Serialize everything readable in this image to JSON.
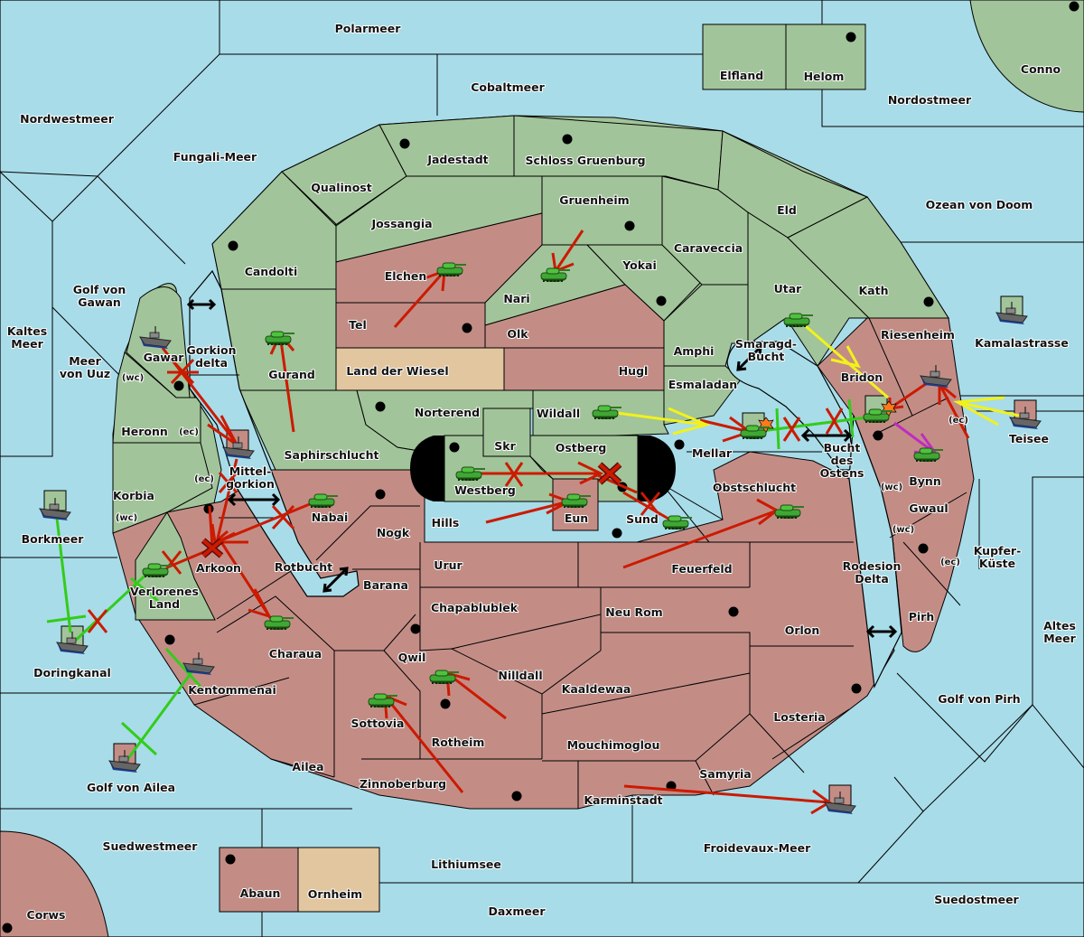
{
  "colors": {
    "sea": "#a8dce9",
    "player_green": "#a2c49a",
    "player_red": "#c38d86",
    "neutral": "#e2c69f",
    "move_red": "#cc1a00",
    "support_yellow": "#f2f21a",
    "convoy_green": "#33cc1a",
    "retreat_magenta": "#c02cc0"
  },
  "seas": [
    {
      "id": "polarmeer",
      "name": "Polarmeer"
    },
    {
      "id": "cobaltmeer",
      "name": "Cobaltmeer"
    },
    {
      "id": "nordwestmeer",
      "name": "Nordwestmeer"
    },
    {
      "id": "fungali",
      "name": "Fungali-Meer"
    },
    {
      "id": "nordostmeer",
      "name": "Nordostmeer"
    },
    {
      "id": "ozean",
      "name": "Ozean von Doom"
    },
    {
      "id": "golf-gawan",
      "name": "Golf von\nGawan"
    },
    {
      "id": "kaltes",
      "name": "Kaltes\nMeer"
    },
    {
      "id": "uuz",
      "name": "Meer\nvon Uuz"
    },
    {
      "id": "gorkion-delta",
      "name": "Gorkion\ndelta"
    },
    {
      "id": "mittelgorkion",
      "name": "Mittel-\ngorkion"
    },
    {
      "id": "borkmeer",
      "name": "Borkmeer"
    },
    {
      "id": "rotbucht",
      "name": "Rotbucht"
    },
    {
      "id": "doringkanal",
      "name": "Doringkanal"
    },
    {
      "id": "golf-ailea",
      "name": "Golf von Ailea"
    },
    {
      "id": "suedwestmeer",
      "name": "Suedwestmeer"
    },
    {
      "id": "lithiumsee",
      "name": "Lithiumsee"
    },
    {
      "id": "daxmeer",
      "name": "Daxmeer"
    },
    {
      "id": "froidevaux",
      "name": "Froidevaux-Meer"
    },
    {
      "id": "suedostmeer",
      "name": "Suedostmeer"
    },
    {
      "id": "golf-pirh",
      "name": "Golf von Pirh"
    },
    {
      "id": "altes",
      "name": "Altes\nMeer"
    },
    {
      "id": "kupfer",
      "name": "Kupfer-\nKüste"
    },
    {
      "id": "rodesion",
      "name": "Rodesion\nDelta"
    },
    {
      "id": "bucht-ostens",
      "name": "Bucht\ndes\nOstens"
    },
    {
      "id": "smaragd",
      "name": "Smaragd-\nBucht"
    },
    {
      "id": "kamalastrasse",
      "name": "Kamalastrasse"
    },
    {
      "id": "teisee",
      "name": "Teisee"
    }
  ],
  "provinces": [
    {
      "name": "Elfland",
      "owner": "green"
    },
    {
      "name": "Helom",
      "owner": "green"
    },
    {
      "name": "Conno",
      "owner": "green"
    },
    {
      "name": "Jadestadt",
      "owner": "green"
    },
    {
      "name": "Schloss Gruenburg",
      "owner": "green"
    },
    {
      "name": "Qualinost",
      "owner": "green"
    },
    {
      "name": "Jossangia",
      "owner": "green"
    },
    {
      "name": "Gruenheim",
      "owner": "green"
    },
    {
      "name": "Candolti",
      "owner": "green"
    },
    {
      "name": "Elchen",
      "owner": "red"
    },
    {
      "name": "Nari",
      "owner": "green"
    },
    {
      "name": "Yokai",
      "owner": "green"
    },
    {
      "name": "Caraveccia",
      "owner": "green"
    },
    {
      "name": "Eld",
      "owner": "green"
    },
    {
      "name": "Utar",
      "owner": "green"
    },
    {
      "name": "Kath",
      "owner": "green"
    },
    {
      "name": "Tel",
      "owner": "red"
    },
    {
      "name": "Olk",
      "owner": "red"
    },
    {
      "name": "Amphi",
      "owner": "green"
    },
    {
      "name": "Land der Wiesel",
      "owner": "neutral"
    },
    {
      "name": "Hugl",
      "owner": "red"
    },
    {
      "name": "Esmaladan",
      "owner": "green"
    },
    {
      "name": "Gurand",
      "owner": "green"
    },
    {
      "name": "Gawar",
      "owner": "green"
    },
    {
      "name": "Heronn",
      "owner": "green"
    },
    {
      "name": "Korbia",
      "owner": "green"
    },
    {
      "name": "Verlorenes\nLand",
      "owner": "green"
    },
    {
      "name": "Saphirschlucht",
      "owner": "green"
    },
    {
      "name": "Norterend",
      "owner": "green"
    },
    {
      "name": "Wildall",
      "owner": "green"
    },
    {
      "name": "Skr",
      "owner": "green"
    },
    {
      "name": "Ostberg",
      "owner": "green"
    },
    {
      "name": "Westberg",
      "owner": "green"
    },
    {
      "name": "Riesenheim",
      "owner": "red"
    },
    {
      "name": "Bridon",
      "owner": "red"
    },
    {
      "name": "Mellar",
      "owner": "red"
    },
    {
      "name": "Bynn",
      "owner": "red"
    },
    {
      "name": "Gwaul",
      "owner": "red"
    },
    {
      "name": "Pirh",
      "owner": "red"
    },
    {
      "name": "Obstschlucht",
      "owner": "red"
    },
    {
      "name": "Nabai",
      "owner": "red"
    },
    {
      "name": "Arkoon",
      "owner": "red"
    },
    {
      "name": "Hills",
      "owner": "red"
    },
    {
      "name": "Eun",
      "owner": "red"
    },
    {
      "name": "Sund",
      "owner": "red"
    },
    {
      "name": "Nogk",
      "owner": "red"
    },
    {
      "name": "Barana",
      "owner": "red"
    },
    {
      "name": "Urur",
      "owner": "red"
    },
    {
      "name": "Feuerfeld",
      "owner": "red"
    },
    {
      "name": "Chapablublek",
      "owner": "neutral"
    },
    {
      "name": "Nilldall",
      "owner": "neutral"
    },
    {
      "name": "Neu Rom",
      "owner": "red"
    },
    {
      "name": "Orlon",
      "owner": "red"
    },
    {
      "name": "Charaua",
      "owner": "red"
    },
    {
      "name": "Kentommenai",
      "owner": "red"
    },
    {
      "name": "Qwil",
      "owner": "red"
    },
    {
      "name": "Sottovia",
      "owner": "red"
    },
    {
      "name": "Rotheim",
      "owner": "red"
    },
    {
      "name": "Kaaldewaa",
      "owner": "red"
    },
    {
      "name": "Mouchimoglou",
      "owner": "red"
    },
    {
      "name": "Losteria",
      "owner": "red"
    },
    {
      "name": "Ailea",
      "owner": "red"
    },
    {
      "name": "Zinnoberburg",
      "owner": "red"
    },
    {
      "name": "Karminstadt",
      "owner": "red"
    },
    {
      "name": "Samyria",
      "owner": "red"
    },
    {
      "name": "Abaun",
      "owner": "red"
    },
    {
      "name": "Ornheim",
      "owner": "neutral"
    },
    {
      "name": "Corws",
      "owner": "red"
    }
  ],
  "coast_labels": [
    "(wc)",
    "(ec)",
    "(ec)",
    "(wc)",
    "(ec)",
    "(wc)",
    "(wc)",
    "(ec)"
  ],
  "units": [
    {
      "type": "army",
      "location": "Elchen"
    },
    {
      "type": "army",
      "location": "Nari"
    },
    {
      "type": "army",
      "location": "Gurand"
    },
    {
      "type": "army",
      "location": "Utar"
    },
    {
      "type": "army",
      "location": "Wildall"
    },
    {
      "type": "army",
      "location": "Westberg"
    },
    {
      "type": "army",
      "location": "Eun"
    },
    {
      "type": "army",
      "location": "Sund"
    },
    {
      "type": "army",
      "location": "Obstschlucht"
    },
    {
      "type": "army",
      "location": "Nabai"
    },
    {
      "type": "army",
      "location": "Verlorenes Land"
    },
    {
      "type": "army",
      "location": "Charaua"
    },
    {
      "type": "army",
      "location": "Qwil"
    },
    {
      "type": "army",
      "location": "Sottovia"
    },
    {
      "type": "army",
      "location": "Mellar",
      "dislodged": true
    },
    {
      "type": "army",
      "location": "Bridon",
      "dislodged": true
    },
    {
      "type": "army",
      "location": "Bynn"
    },
    {
      "type": "fleet",
      "location": "Gawar"
    },
    {
      "type": "fleet",
      "location": "Mittelgorkion",
      "dislodged": true
    },
    {
      "type": "fleet",
      "location": "Borkmeer",
      "dislodged": true
    },
    {
      "type": "fleet",
      "location": "Doringkanal",
      "dislodged": true
    },
    {
      "type": "fleet",
      "location": "Kentommenai"
    },
    {
      "type": "fleet",
      "location": "Golf von Ailea",
      "dislodged": true
    },
    {
      "type": "fleet",
      "location": "Riesenheim"
    },
    {
      "type": "fleet",
      "location": "Kamalastrasse",
      "dislodged": true
    },
    {
      "type": "fleet",
      "location": "Teisee",
      "dislodged": true
    },
    {
      "type": "fleet",
      "location": "Froidevaux-Meer",
      "dislodged": true
    }
  ]
}
